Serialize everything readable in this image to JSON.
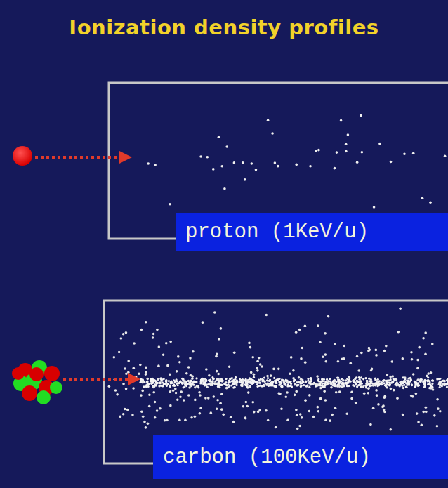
{
  "diagram": {
    "title": "Ionization density profiles",
    "nodes": [
      {
        "text": [
          "proton (1KeV/u)"
        ]
      },
      {
        "text": [
          "carbon (100KeV/u)"
        ]
      }
    ]
  }
}
